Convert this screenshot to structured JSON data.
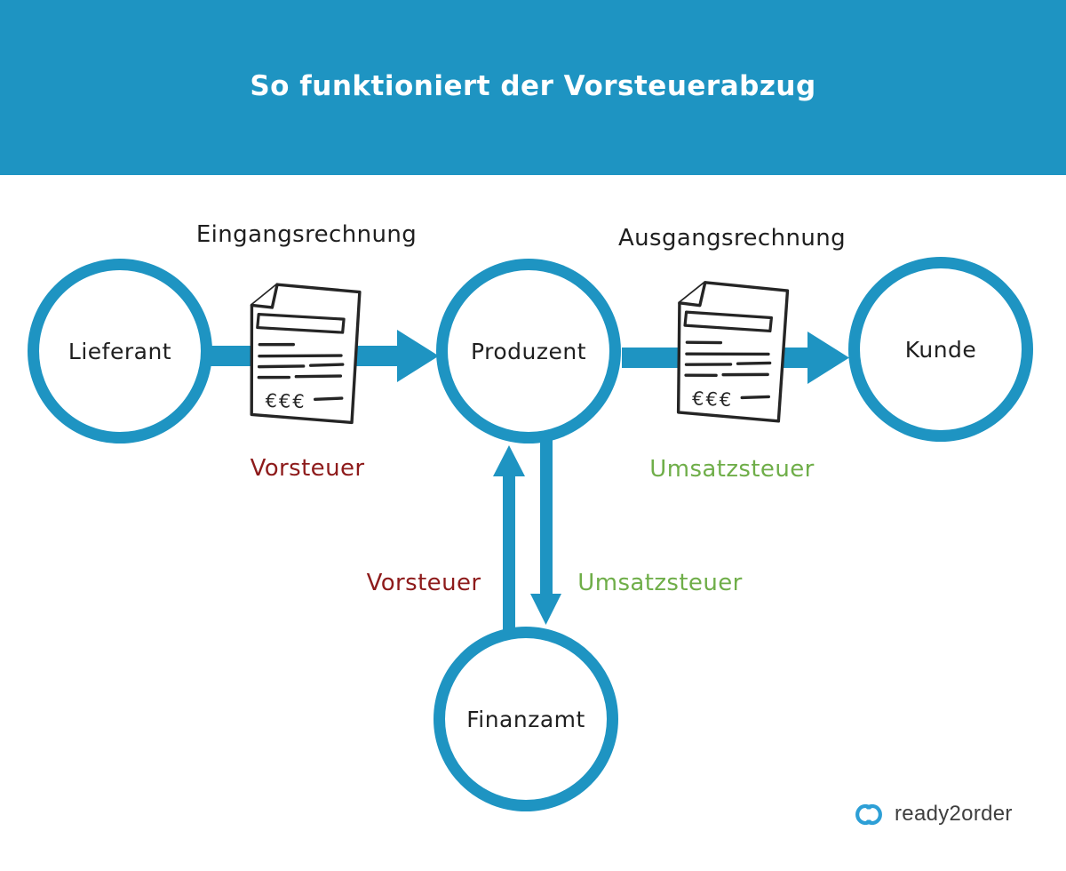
{
  "title": "So funktioniert der Vorsteuerabzug",
  "colors": {
    "accent": "#1e94c2",
    "ink": "#1f1f1f",
    "vorsteuer": "#8e1b1b",
    "umsatzsteuer": "#6fae49",
    "logo-mark": "#2d9fd6",
    "logo-text": "#3f3f3f"
  },
  "nodes": {
    "lieferant": {
      "label": "Lieferant"
    },
    "produzent": {
      "label": "Produzent"
    },
    "kunde": {
      "label": "Kunde"
    },
    "finanzamt": {
      "label": "Finanzamt"
    }
  },
  "labels": {
    "eingangsrechnung": "Eingangsrechnung",
    "ausgangsrechnung": "Ausgangsrechnung",
    "vorsteuer_invoice": "Vorsteuer",
    "umsatzsteuer_invoice": "Umsatzsteuer",
    "vorsteuer_finanzamt": "Vorsteuer",
    "umsatzsteuer_finanzamt": "Umsatzsteuer"
  },
  "invoice": {
    "currency_text": "€€€"
  },
  "logo": {
    "text": "ready2order"
  }
}
